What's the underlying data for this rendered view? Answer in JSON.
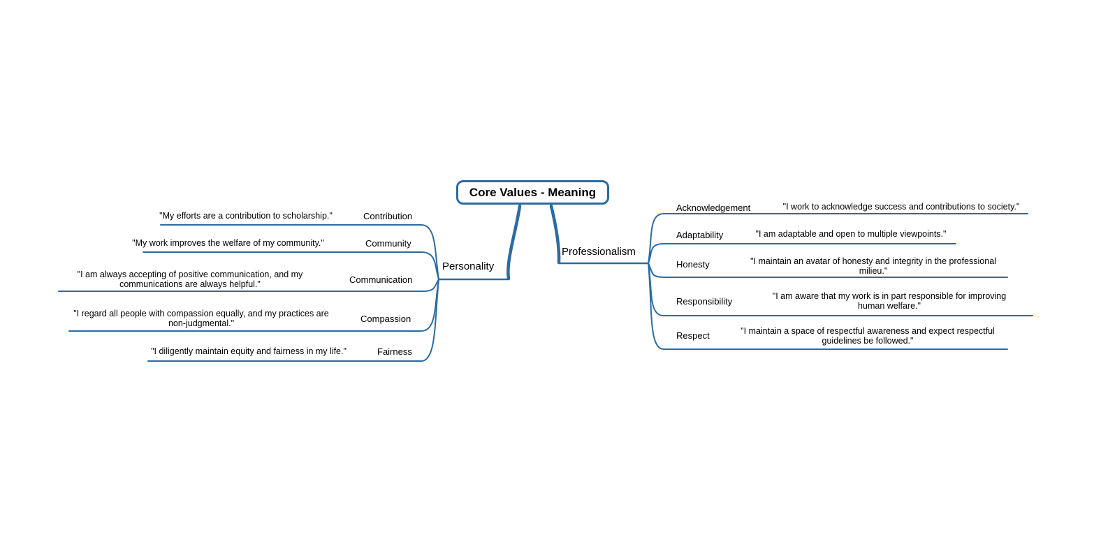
{
  "title": "Core Values - Meaning",
  "colors": {
    "edge": "#2a6ba4",
    "root_border": "#2a6ba4",
    "text": "#000000",
    "background": "#ffffff"
  },
  "branches": [
    {
      "label": "Personality",
      "side": "left",
      "children": [
        {
          "label": "Contribution",
          "quote": "\"My efforts are a contribution to scholarship.\""
        },
        {
          "label": "Community",
          "quote": "\"My work improves the welfare of my community.\""
        },
        {
          "label": "Communication",
          "quote": "\"I am always accepting of positive communication, and my communications are always helpful.\""
        },
        {
          "label": "Compassion",
          "quote": "\"I regard all people with compassion equally, and my practices are non-judgmental.\""
        },
        {
          "label": "Fairness",
          "quote": "\"I diligently maintain equity and fairness in my life.\""
        }
      ]
    },
    {
      "label": "Professionalism",
      "side": "right",
      "children": [
        {
          "label": "Acknowledgement",
          "quote": "\"I work to acknowledge success and contributions to society.\""
        },
        {
          "label": "Adaptability",
          "quote": "\"I am adaptable and open to multiple viewpoints.\""
        },
        {
          "label": "Honesty",
          "quote": "\"I maintain an avatar of honesty and integrity in the professional milieu.\""
        },
        {
          "label": "Responsibility",
          "quote": "\"I am aware that my work is in part responsible for improving human welfare.\""
        },
        {
          "label": "Respect",
          "quote": "\"I maintain a space of respectful awareness and expect respectful guidelines be followed.\""
        }
      ]
    }
  ]
}
